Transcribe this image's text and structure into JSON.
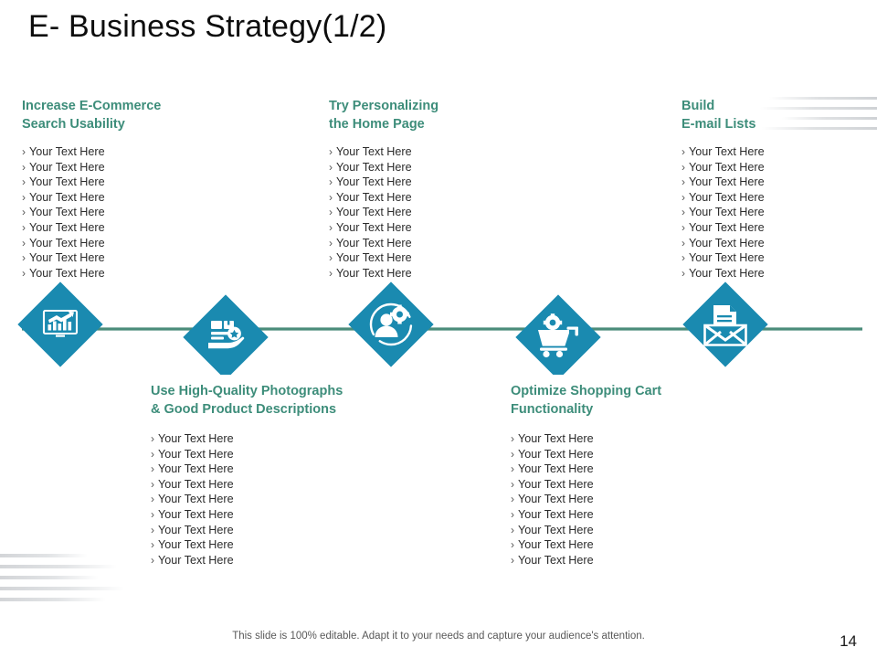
{
  "slide": {
    "title": "E- Business Strategy(1/2)",
    "footer_note": "This slide is 100% editable. Adapt it to your needs and capture your audience's attention.",
    "page_number": "14",
    "colors": {
      "heading_teal": "#3d8d7a",
      "diamond_blue": "#1a8ab0",
      "connector_green": "#4a8c7a",
      "body_text": "#2b2b2b",
      "decor_gray": "#dfe1e3"
    }
  },
  "bullet_glyph": "›",
  "steps": [
    {
      "position": "top",
      "icon": "chart-monitor-icon",
      "heading": "Increase E-Commerce\nSearch Usability",
      "bullets": [
        "Your Text Here",
        "Your Text Here",
        "Your Text Here",
        "Your Text Here",
        "Your Text Here",
        "Your Text Here",
        "Your Text Here",
        "Your Text Here",
        "Your Text Here"
      ]
    },
    {
      "position": "bottom",
      "icon": "hand-package-star-icon",
      "heading": "Use High-Quality Photographs\n& Good Product Descriptions",
      "bullets": [
        "Your Text Here",
        "Your Text Here",
        "Your Text Here",
        "Your Text Here",
        "Your Text Here",
        "Your Text Here",
        "Your Text Here",
        "Your Text Here",
        "Your Text Here"
      ]
    },
    {
      "position": "top",
      "icon": "user-gear-icon",
      "heading": "Try Personalizing\nthe Home Page",
      "bullets": [
        "Your Text Here",
        "Your Text Here",
        "Your Text Here",
        "Your Text Here",
        "Your Text Here",
        "Your Text Here",
        "Your Text Here",
        "Your Text Here",
        "Your Text Here"
      ]
    },
    {
      "position": "bottom",
      "icon": "shopping-cart-gear-icon",
      "heading": "Optimize Shopping Cart\nFunctionality",
      "bullets": [
        "Your Text Here",
        "Your Text Here",
        "Your Text Here",
        "Your Text Here",
        "Your Text Here",
        "Your Text Here",
        "Your Text Here",
        "Your Text Here",
        "Your Text Here"
      ]
    },
    {
      "position": "top",
      "icon": "envelope-document-icon",
      "heading": "Build\nE-mail Lists",
      "bullets": [
        "Your Text Here",
        "Your Text Here",
        "Your Text Here",
        "Your Text Here",
        "Your Text Here",
        "Your Text Here",
        "Your Text Here",
        "Your Text Here",
        "Your Text Here"
      ]
    }
  ]
}
